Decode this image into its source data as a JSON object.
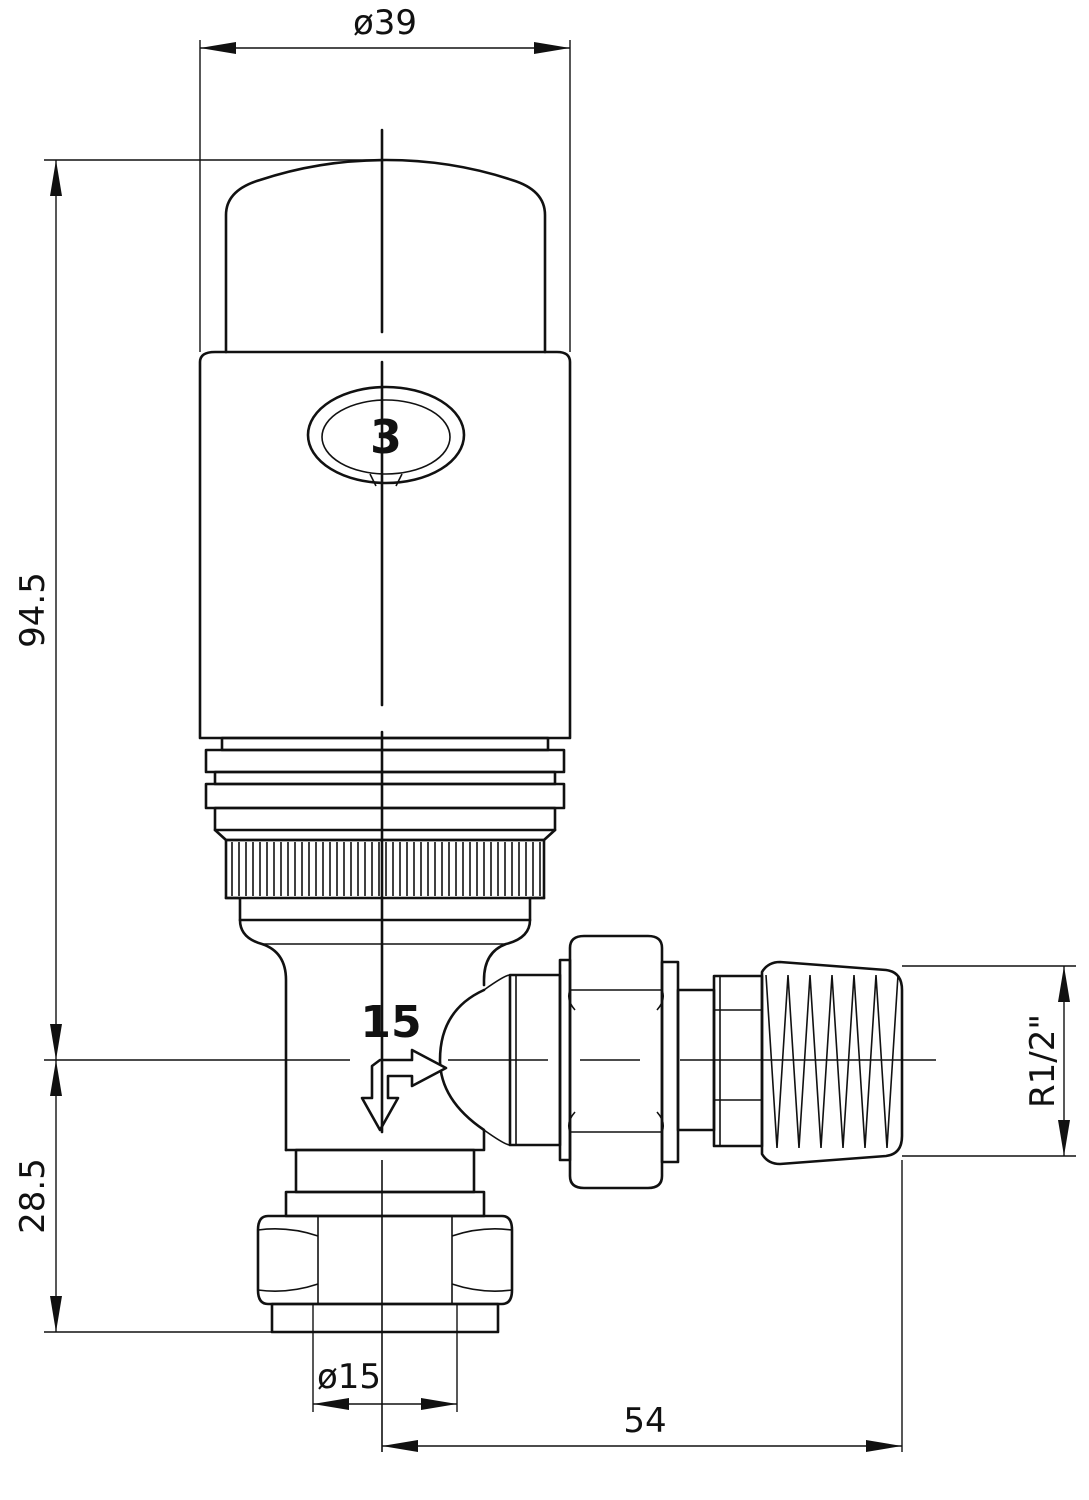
{
  "dimensions": {
    "top_diameter": "ø39",
    "total_height": "94.5",
    "lower_height": "28.5",
    "pipe_diameter": "ø15",
    "horizontal_offset": "54",
    "thread": "R1/2\""
  },
  "labels": {
    "knob_setting": "3",
    "flow_label": "15"
  }
}
